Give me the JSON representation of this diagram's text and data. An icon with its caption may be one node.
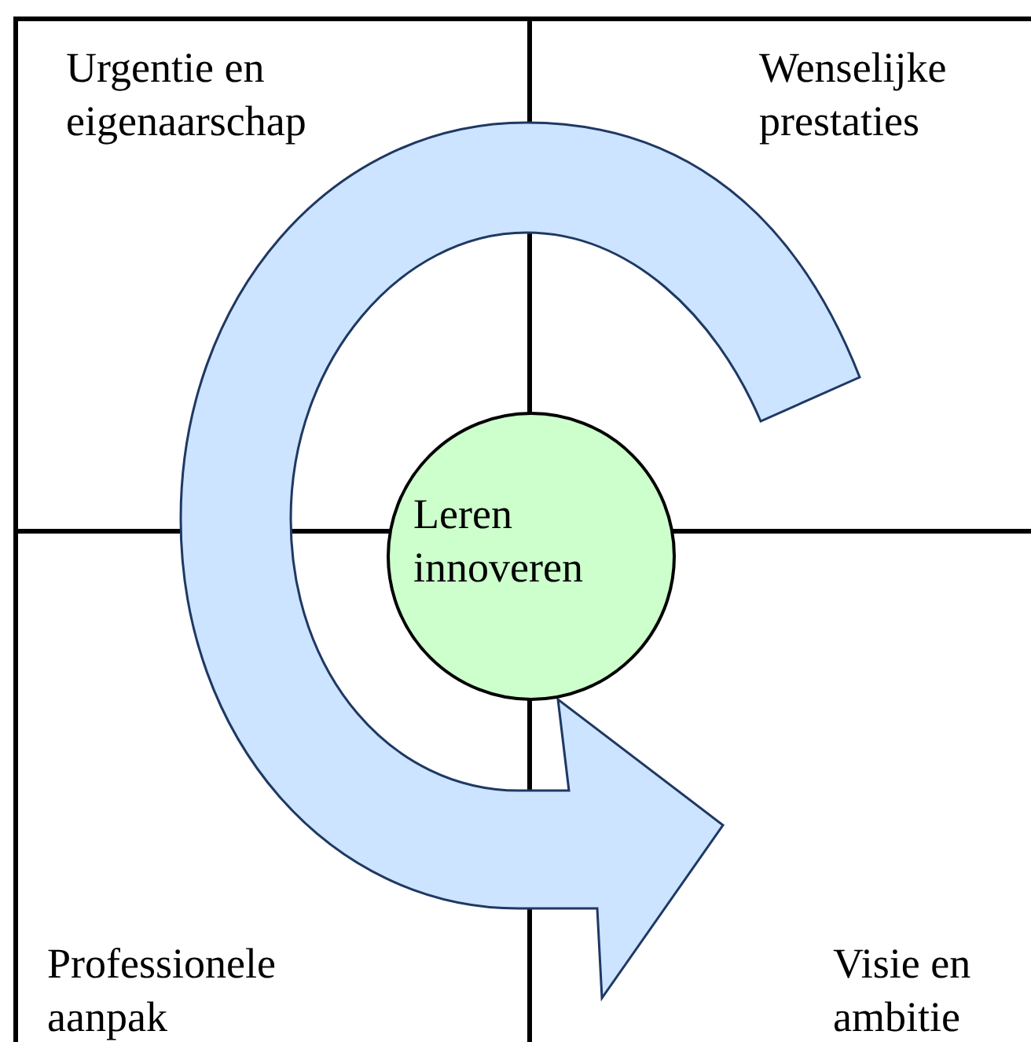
{
  "diagram": {
    "nodes": [
      {
        "text": [
          "Leren innoveren"
        ]
      }
    ],
    "labels": [
      "Urgentie en eigenaarschap",
      "Wenselijke prestaties",
      "Professionele aanpak",
      "Visie en ambitie"
    ]
  }
}
